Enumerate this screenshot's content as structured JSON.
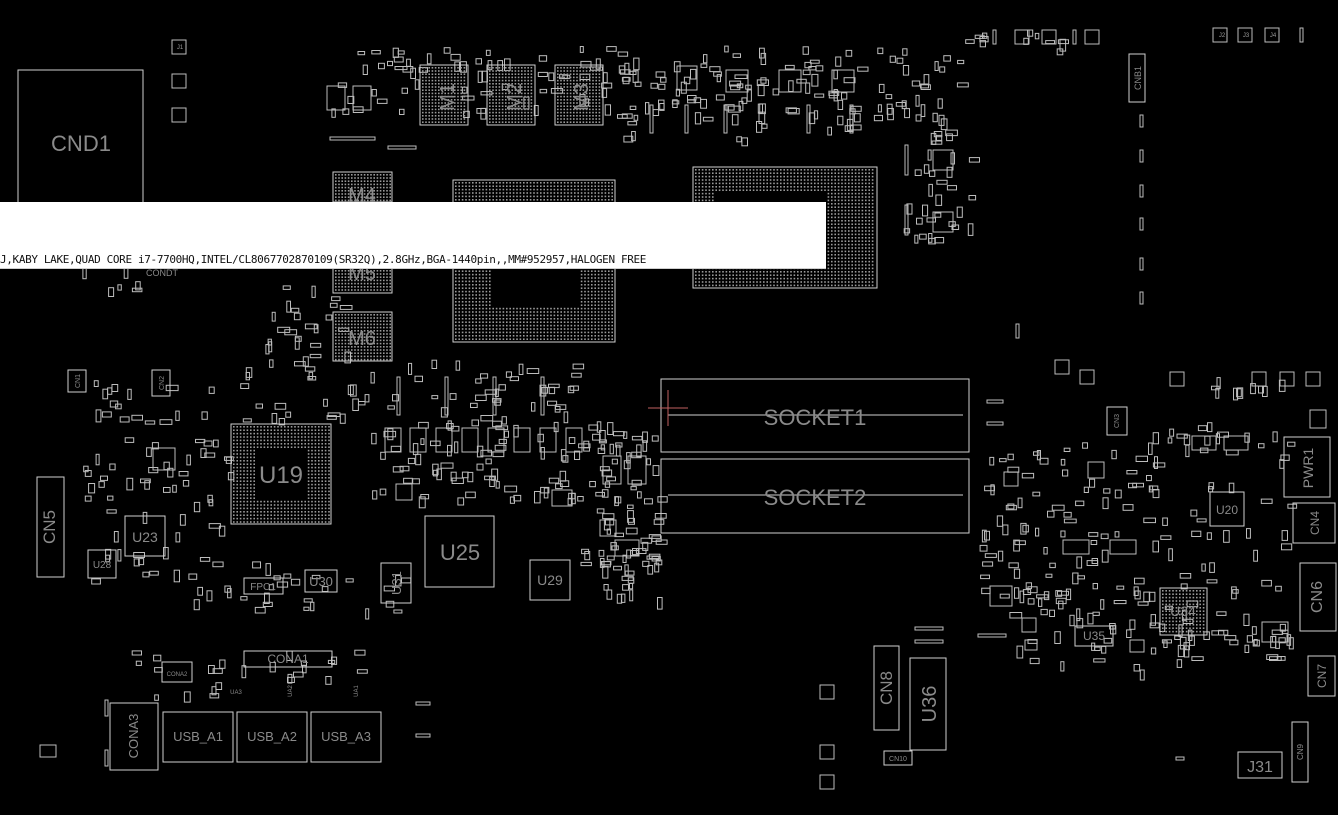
{
  "tooltip": {
    "text": "J,KABY LAKE,QUAD CORE i7-7700HQ,INTEL/CL8067702870109(SR32Q),2.8GHz,BGA-1440pin,,MM#952957,HALOGEN FREE"
  },
  "colors": {
    "background": "#000000",
    "outline": "#d0d0d0",
    "label": "#8a8a8a",
    "tooltip_bg": "#ffffff"
  },
  "components": {
    "cnd1": "CND1",
    "m1": "M1",
    "m2": "M2",
    "m3": "M3",
    "m4": "M4",
    "m5": "M5",
    "m6": "M6",
    "cond1": "CONDT",
    "socket1": "SOCKET1",
    "socket2": "SOCKET2",
    "u19": "U19",
    "u23": "U23",
    "u25": "U25",
    "u28": "U28",
    "u29": "U29",
    "u30": "U30",
    "u31": "U31",
    "u20": "U20",
    "u34": "U34",
    "u35": "U35",
    "u36": "U36",
    "cn5": "CN5",
    "cn1": "CN1",
    "cn2": "CN2",
    "cn3": "CN3",
    "cn4": "CN4",
    "cn6": "CN6",
    "cn7": "CN7",
    "cn8": "CN8",
    "cn9": "CN9",
    "cn10": "CN10",
    "cnb1": "CNB1",
    "pwr1": "PWR1",
    "fpc1": "FPC1",
    "cona1": "CONA1",
    "cona2": "CONA2",
    "cona3": "CONA3",
    "usb_a1": "USB_A1",
    "usb_a2": "USB_A2",
    "usb_a3": "USB_A3",
    "ua1": "UA1",
    "ua2": "UA2",
    "ua3": "UA3",
    "j31": "J31",
    "j1": "J1",
    "j2": "J2",
    "j3": "J3",
    "j4": "J4"
  }
}
